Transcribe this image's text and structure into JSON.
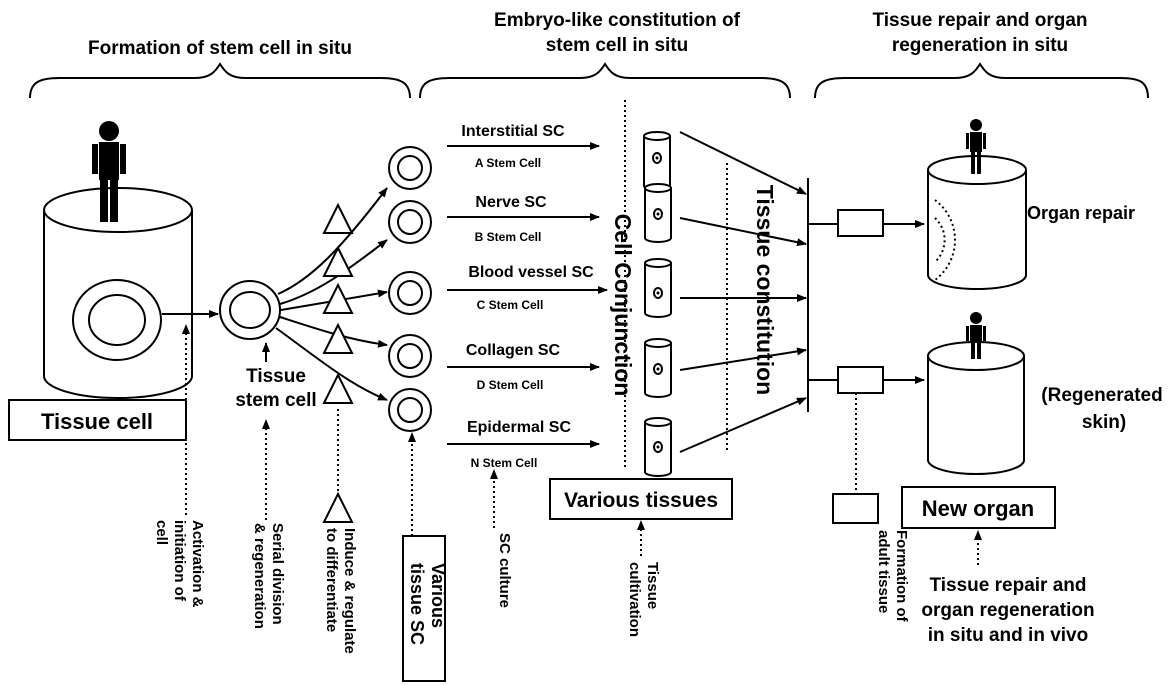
{
  "headers": {
    "formation": "Formation of stem cell in situ",
    "embryo_line1": "Embryo-like constitution of",
    "embryo_line2": "stem cell in situ",
    "repair_line1": "Tissue repair and organ",
    "repair_line2": "regeneration in situ"
  },
  "tissue_cell": "Tissue cell",
  "tissue_stem_cell": [
    "Tissue",
    "stem cell"
  ],
  "stem_cells": [
    {
      "name": "Interstitial SC",
      "label": "A Stem  Cell"
    },
    {
      "name": "Nerve SC",
      "label": "B Stem  Cell"
    },
    {
      "name": "Blood vessel SC",
      "label": "C Stem  Cell"
    },
    {
      "name": "Collagen SC",
      "label": "D Stem  Cell"
    },
    {
      "name": "Epidermal SC",
      "label": "N Stem  Cell"
    }
  ],
  "vertical_labels": {
    "cell_conjunction": "Cell   Conjunction",
    "tissue_constitution": "Tissue   constitution"
  },
  "various_tissues": "Various tissues",
  "new_organ": "New organ",
  "organ_repair": "Organ repair",
  "regenerated_skin": [
    "(Regenerated",
    "skin)"
  ],
  "bottom_rotated": {
    "activation": [
      "Activation &",
      "initiation of",
      "cell"
    ],
    "serial": [
      "Serial division",
      "& regeneration"
    ],
    "induce": [
      "Induce & regulate",
      "to differentiate"
    ],
    "various_sc": [
      "Various",
      "tissue SC"
    ],
    "sc_culture": [
      "SC culture"
    ],
    "tissue_cultivation": [
      "Tissue",
      "cultivation"
    ],
    "adult_tissue": [
      "Formation of",
      "adult tissue"
    ]
  },
  "repair_caption": [
    "Tissue repair and",
    "organ regeneration",
    "in situ and in vivo"
  ]
}
